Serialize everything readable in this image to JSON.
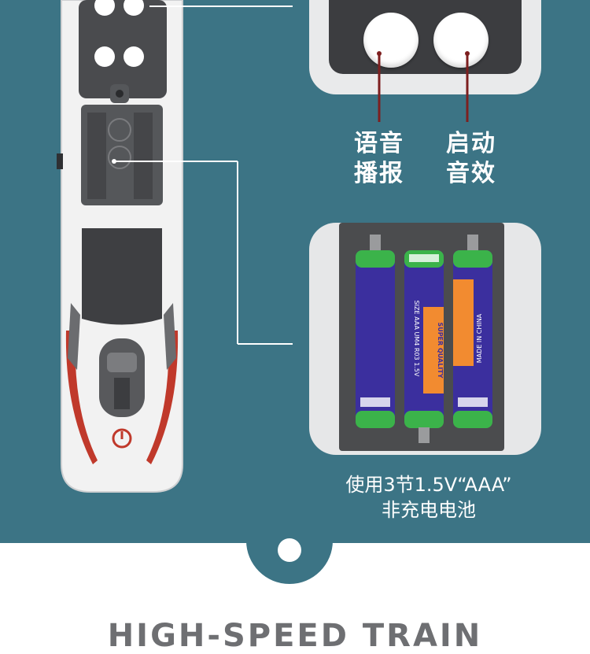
{
  "labels": {
    "voice_line1": "语音",
    "voice_line2": "播报",
    "sound_line1": "启动",
    "sound_line2": "音效"
  },
  "caption": {
    "line1": "使用3节1.5V“AAA”",
    "line2": "非充电电池"
  },
  "title": "HIGH-SPEED TRAIN",
  "battery_text": {
    "brand": "SUPER QUALITY",
    "size": "SIZE AAA UM4 R03 1.5V",
    "origin": "MADE IN CHINA"
  },
  "colors": {
    "background": "#3c7485",
    "accent_red": "#c0392b",
    "battery_blue": "#3b2f9e",
    "battery_orange": "#f28b30",
    "battery_green": "#3bb34a"
  }
}
